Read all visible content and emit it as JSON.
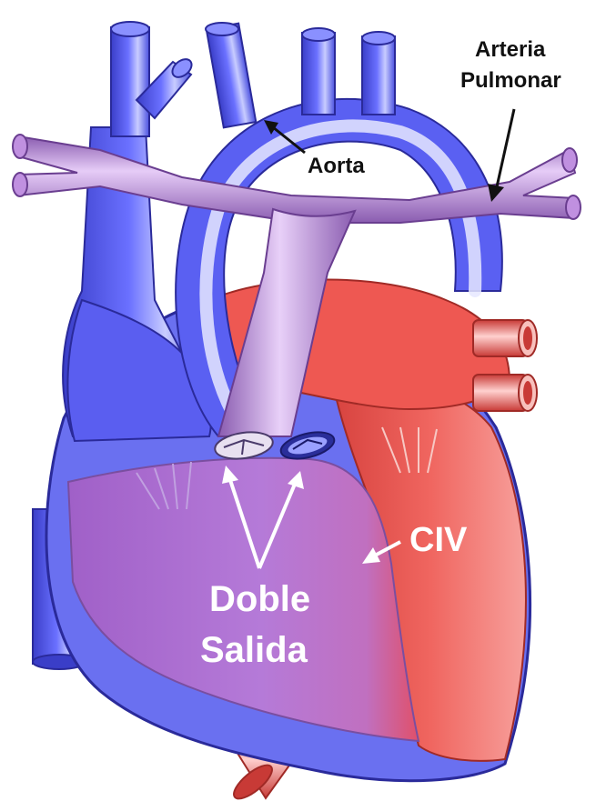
{
  "labels": {
    "aorta": "Aorta",
    "pulmonary_artery_line1": "Arteria",
    "pulmonary_artery_line2": "Pulmonar",
    "vsd": "CIV",
    "double_outlet_line1": "Doble",
    "double_outlet_line2": "Salida"
  },
  "colors": {
    "venous_blue": "#5a5ef0",
    "venous_blue_dark": "#3a3ec8",
    "venous_blue_light": "#9aa0ff",
    "pulmonary_purple": "#a070c8",
    "pulmonary_purple_light": "#d8b8f0",
    "pulmonary_purple_dark": "#7a4ea0",
    "arterial_red": "#ef5650",
    "arterial_red_light": "#f7a09c",
    "arterial_red_dark": "#c83a36",
    "ventricle_purple": "#b070d0",
    "outline": "#2a2a9a",
    "label_white": "#ffffff",
    "label_black": "#111111"
  }
}
